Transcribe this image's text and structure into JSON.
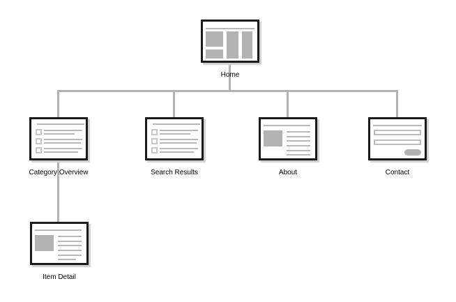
{
  "diagram": {
    "type": "sitemap",
    "root": "Home",
    "nodes": [
      {
        "id": "home",
        "label": "Home",
        "thumbnail": "landing-page-wireframe"
      },
      {
        "id": "category-overview",
        "label": "Category Overview",
        "thumbnail": "list-page-wireframe"
      },
      {
        "id": "search-results",
        "label": "Search Results",
        "thumbnail": "list-page-wireframe"
      },
      {
        "id": "about",
        "label": "About",
        "thumbnail": "article-page-wireframe"
      },
      {
        "id": "contact",
        "label": "Contact",
        "thumbnail": "form-page-wireframe"
      },
      {
        "id": "item-detail",
        "label": "Item Detail",
        "thumbnail": "article-page-wireframe"
      }
    ],
    "edges": [
      {
        "from": "Home",
        "to": "Category Overview"
      },
      {
        "from": "Home",
        "to": "Search Results"
      },
      {
        "from": "Home",
        "to": "About"
      },
      {
        "from": "Home",
        "to": "Contact"
      },
      {
        "from": "Category Overview",
        "to": "Item Detail"
      }
    ],
    "colors": {
      "node_border": "#1a1a1a",
      "wireframe_fill": "#b3b3b3",
      "connector": "#b3b3b3",
      "background": "#ffffff"
    }
  }
}
